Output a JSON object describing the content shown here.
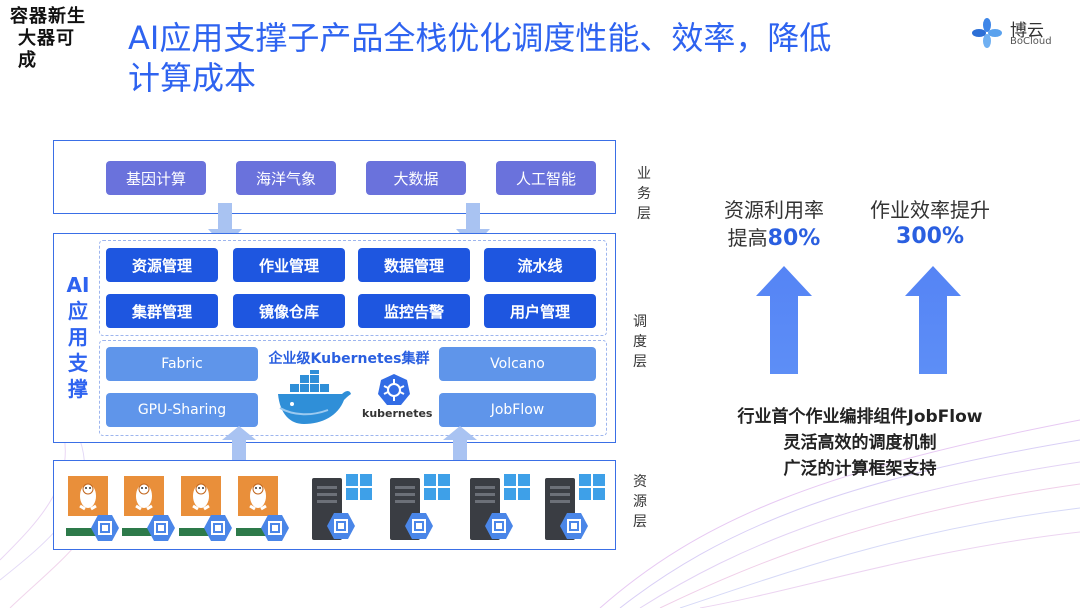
{
  "header": {
    "calligraphy_line1": "容器新生",
    "calligraphy_line2": "大器可成",
    "title_line1": "AI应用支撑子产品全栈优化调度性能、效率，降低",
    "title_line2": "计算成本",
    "logo_name": "博云",
    "logo_en": "BoCloud"
  },
  "business_layer": {
    "label": "业务层",
    "items": [
      "基因计算",
      "海洋气象",
      "大数据",
      "人工智能"
    ]
  },
  "scheduling_layer": {
    "label": "调度层",
    "ai_label": "AI应用支撑",
    "management_items": [
      "资源管理",
      "作业管理",
      "数据管理",
      "流水线",
      "集群管理",
      "镜像仓库",
      "监控告警",
      "用户管理"
    ],
    "cluster_label": "企业级Kubernetes集群",
    "left_components": [
      "Fabric",
      "GPU-Sharing"
    ],
    "right_components": [
      "Volcano",
      "JobFlow"
    ],
    "k8s_wordmark": "kubernetes"
  },
  "resource_layer": {
    "label": "资源层",
    "linux_node_count": 4,
    "windows_server_count": 4
  },
  "metrics": [
    {
      "label": "资源利用率",
      "prefix": "提高",
      "value": "80%"
    },
    {
      "label": "作业效率提升",
      "prefix": "",
      "value": "300%"
    }
  ],
  "features": [
    "行业首个作业编排组件JobFlow",
    "灵活高效的调度机制",
    "广泛的计算框架支持"
  ],
  "colors": {
    "title": "#2e63f0",
    "border": "#3a6fe6",
    "purple_button": "#6a72dc",
    "navy_button": "#1e56e0",
    "light_button": "#5f95ea",
    "arrow": "#a9c3f2",
    "up_arrow": "#5584f5",
    "linux_orange": "#e98f3a",
    "server_dark": "#3a3d43",
    "windows_blue": "#3ea0e8"
  }
}
